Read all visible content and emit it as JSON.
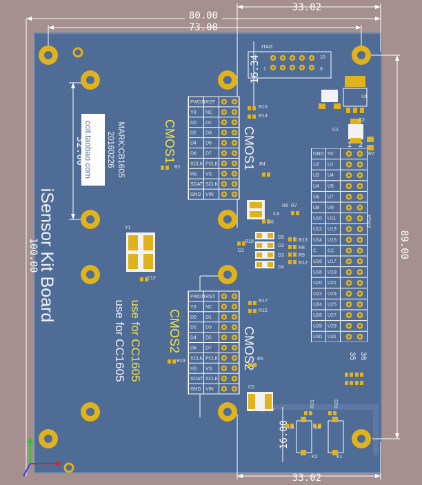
{
  "board": {
    "title": "iSensor Kit Board",
    "mark": "MARK:CB1605",
    "date": "20160226",
    "url": "ccit.taobao.com",
    "use_note": "use for CC1605"
  },
  "dimensions": {
    "width_outer": "80.00",
    "width_inner": "73.00",
    "height": "100.00",
    "height_right": "89.00",
    "top_right": "33.02",
    "bottom_right": "33.02",
    "label_block": "32.00",
    "jtag_h": "16.34",
    "bottom_small": "16.00"
  },
  "silkscreen": {
    "cmos1": "CMOS1",
    "cmos2": "CMOS2",
    "jtag": "JTAG",
    "jtag_pin1": "1",
    "jtag_pin9": "9",
    "jtag_pin10": "10",
    "fpga_pin1": "1",
    "fpga_pin2": "2",
    "fpga_pin35": "35",
    "fpga_pin36": "36",
    "fpga": "FPGA",
    "y1": "Y1",
    "k1": "K1",
    "k2": "K2"
  },
  "cmos_header_labels": [
    [
      "PWDN",
      "RST"
    ],
    [
      "Y0",
      "NC"
    ],
    [
      "D0",
      "D1"
    ],
    [
      "D2",
      "D3"
    ],
    [
      "D4",
      "D5"
    ],
    [
      "D6",
      "D7"
    ],
    [
      "XCLK",
      "PCLK"
    ],
    [
      "HS",
      "VS"
    ],
    [
      "SDAT",
      "SCLK"
    ],
    [
      "GND",
      "VIN"
    ]
  ],
  "fpga_header_labels": [
    [
      "GND",
      "5V"
    ],
    [
      "U2",
      "U1"
    ],
    [
      "U3",
      "U4"
    ],
    [
      "U4",
      "U5"
    ],
    [
      "U6",
      "U7"
    ],
    [
      "U8",
      "U9"
    ],
    [
      "U10",
      "U11"
    ],
    [
      "U12",
      "U13"
    ],
    [
      "U14",
      "U15"
    ],
    [
      "C",
      "CC"
    ],
    [
      "U16",
      "U17"
    ],
    [
      "U18",
      "U19"
    ],
    [
      "U20",
      "U21"
    ],
    [
      "U22",
      "U23"
    ],
    [
      "U24",
      "U25"
    ],
    [
      "U26",
      "U27"
    ],
    [
      "U28",
      "U29"
    ],
    [
      "U30",
      "U31"
    ]
  ],
  "components": {
    "r1": "R1",
    "r4": "R4",
    "r5": "R5",
    "r6": "R6",
    "r7": "R7",
    "r8": "R8",
    "r9": "R9",
    "r12": "R12",
    "r13": "R13",
    "r14": "R14",
    "r15": "R15",
    "r16": "R16",
    "r17": "R17",
    "r18": "R18",
    "r19": "R19",
    "r20": "R20",
    "r21": "R21",
    "c1": "C1",
    "c2": "C2",
    "c4": "C4",
    "c5": "C5",
    "c6": "C6",
    "c7": "C7",
    "c8": "C8",
    "c12": "C12",
    "d1": "D1",
    "d2": "D2",
    "d3": "D3",
    "d4": "D4",
    "d5": "D5",
    "u1": "U1"
  },
  "colors": {
    "background": "#a58f8f",
    "board": "#4f6c97",
    "pad_gold": "#e0b21c",
    "silk_yellow": "#f4e24a"
  }
}
